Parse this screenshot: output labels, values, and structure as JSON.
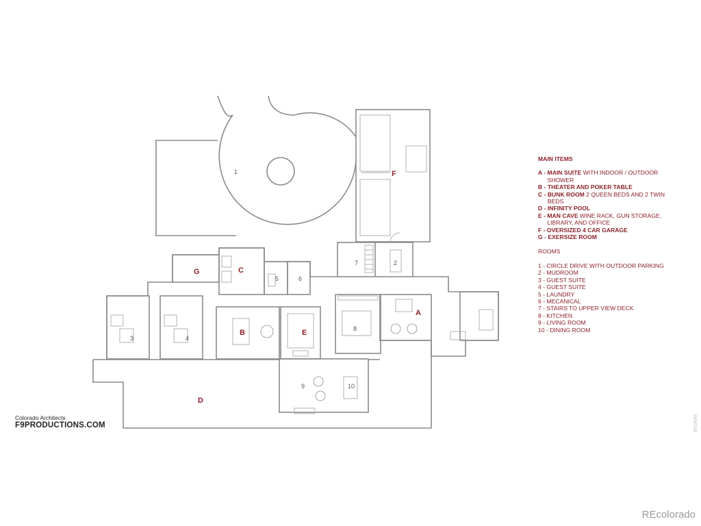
{
  "legend": {
    "main_items_title": "MAIN ITEMS",
    "main_items": [
      {
        "code": "A - ",
        "name": "MAIN SUITE",
        "desc": " WITH INDOOR / OUTDOOR SHOWER"
      },
      {
        "code": "B - ",
        "name": "THEATER AND POKER TABLE",
        "desc": ""
      },
      {
        "code": "C - ",
        "name": "BUNK ROOM",
        "desc": " 2 QUEEN BEDS AND 2 TWIN BEDS"
      },
      {
        "code": "D - ",
        "name": "INFINITY POOL",
        "desc": ""
      },
      {
        "code": "E - ",
        "name": "MAN CAVE",
        "desc": " WINE RACK, GUN STORAGE, LIBRARY, AND OFFICE"
      },
      {
        "code": "F - ",
        "name": "OVERSIZED 4 CAR GARAGE",
        "desc": ""
      },
      {
        "code": "G - ",
        "name": "EXERSIZE ROOM",
        "desc": ""
      }
    ],
    "rooms_title": "ROOMS",
    "rooms": [
      "1 - CIRCLE DRIVE WITH OUTDOOR PARKING",
      "2 - MUDROOM",
      "3 - GUEST SUITE",
      "4 - GUEST SUITE",
      "5 - LAUNDRY",
      "6 - MECANICAL",
      "7 - STAIRS TO UPPER VIEW DECK",
      "8 - KITCHEN",
      "9 - LIVING ROOM",
      "10 - DINING ROOM"
    ]
  },
  "plan_labels": {
    "A": "A",
    "B": "B",
    "C": "C",
    "D": "D",
    "E": "E",
    "F": "F",
    "G": "G",
    "r1": "1",
    "r2": "2",
    "r3": "3",
    "r4": "4",
    "r5": "5",
    "r6": "6",
    "r7": "7",
    "r8": "8",
    "r9": "9",
    "r10": "10"
  },
  "credit": {
    "line1": "Colorado Architects",
    "line2": "F9PRODUCTIONS.COM"
  },
  "watermark": "REcolorado",
  "side_mark": "INNOVA"
}
